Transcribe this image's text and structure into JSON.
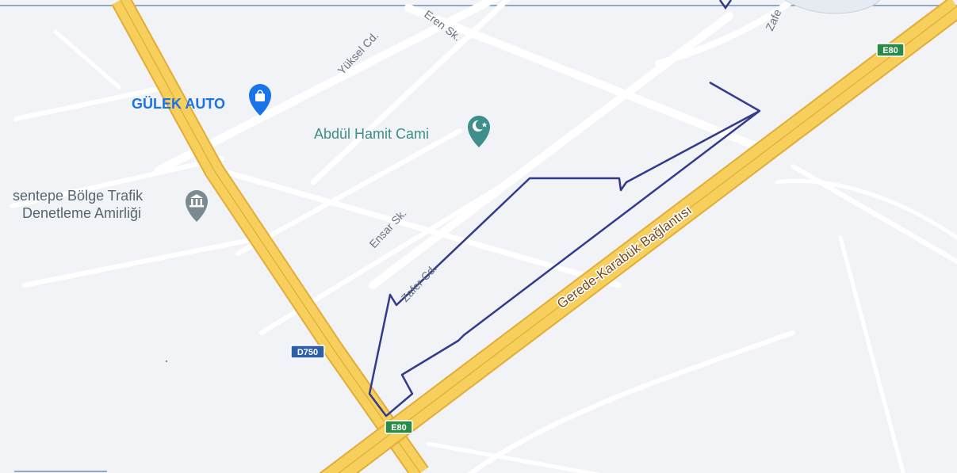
{
  "map": {
    "colors": {
      "background": "#f1f3f6",
      "highway_fill": "#f6cf5d",
      "highway_casing": "#e2ad36",
      "minor_road": "#ffffff",
      "parcel_outline": "#343b8a",
      "shield_green": "#2a8a4a",
      "shield_blue": "#2f5fa8",
      "poi_blue": "#1a73e8",
      "poi_teal": "#3e8e8a",
      "poi_gray": "#7a8a90"
    },
    "streets": {
      "yuksel": "Yüksel Cd.",
      "eren": "Eren Sk.",
      "ensar": "Ensar Sk.",
      "zafer": "Zafer Cd.",
      "zafer_top": "Zafe"
    },
    "highway_name": "Gerede-Karabük Bağlantısı",
    "shields": {
      "e80_top": "E80",
      "e80_bottom": "E80",
      "d750": "D750"
    },
    "pois": {
      "gulek": {
        "name": "GÜLEK AUTO",
        "icon": "shopping-bag-icon"
      },
      "mosque": {
        "name": "Abdül Hamit Cami",
        "icon": "mosque-icon"
      },
      "police": {
        "line1": "sentepe Bölge Trafik",
        "line2": "Denetleme Amirliği",
        "icon": "government-building-icon"
      }
    }
  }
}
